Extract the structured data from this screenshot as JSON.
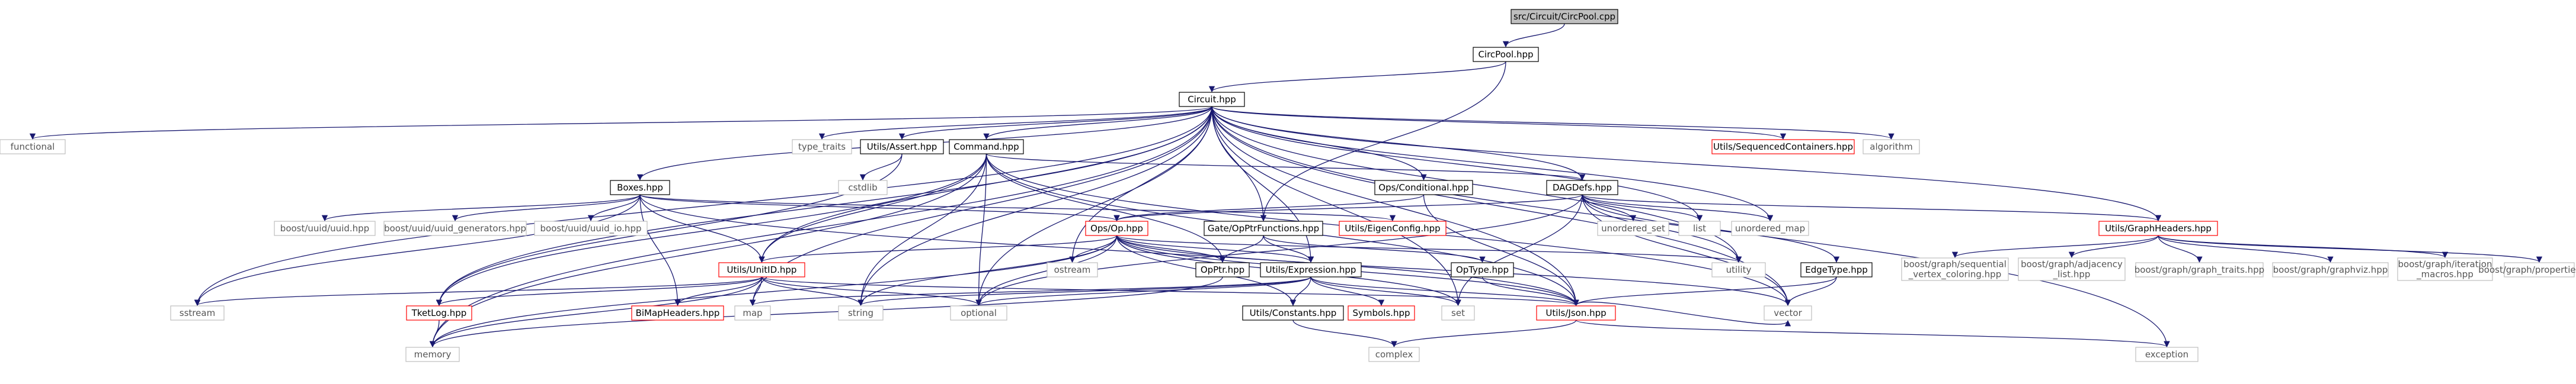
{
  "nodes": [
    {
      "id": "circpool_cpp",
      "label": "src/Circuit/CircPool.cpp",
      "kind": "root"
    },
    {
      "id": "circpool_hpp",
      "label": "CircPool.hpp",
      "kind": "internal"
    },
    {
      "id": "circuit_hpp",
      "label": "Circuit.hpp",
      "kind": "internal"
    },
    {
      "id": "functional",
      "label": "functional",
      "kind": "external"
    },
    {
      "id": "type_traits",
      "label": "type_traits",
      "kind": "external"
    },
    {
      "id": "utils_assert",
      "label": "Utils/Assert.hpp",
      "kind": "internal"
    },
    {
      "id": "command_hpp",
      "label": "Command.hpp",
      "kind": "internal"
    },
    {
      "id": "utils_seq",
      "label": "Utils/SequencedContainers.hpp",
      "kind": "truncated"
    },
    {
      "id": "algorithm",
      "label": "algorithm",
      "kind": "external"
    },
    {
      "id": "boxes_hpp",
      "label": "Boxes.hpp",
      "kind": "internal"
    },
    {
      "id": "cstdlib",
      "label": "cstdlib",
      "kind": "external"
    },
    {
      "id": "ops_cond",
      "label": "Ops/Conditional.hpp",
      "kind": "internal"
    },
    {
      "id": "dagdefs",
      "label": "DAGDefs.hpp",
      "kind": "internal"
    },
    {
      "id": "uuid_hpp",
      "label": "boost/uuid/uuid.hpp",
      "kind": "external"
    },
    {
      "id": "uuid_gen",
      "label": "boost/uuid/uuid_generators.hpp",
      "kind": "external"
    },
    {
      "id": "uuid_io",
      "label": "boost/uuid/uuid_io.hpp",
      "kind": "external"
    },
    {
      "id": "ops_op",
      "label": "Ops/Op.hpp",
      "kind": "truncated"
    },
    {
      "id": "utils_eigen",
      "label": "Utils/EigenConfig.hpp",
      "kind": "truncated"
    },
    {
      "id": "gate_opptr",
      "label": "Gate/OpPtrFunctions.hpp",
      "kind": "internal"
    },
    {
      "id": "unordered_set",
      "label": "unordered_set",
      "kind": "external"
    },
    {
      "id": "list",
      "label": "list",
      "kind": "external"
    },
    {
      "id": "unordered_map",
      "label": "unordered_map",
      "kind": "external"
    },
    {
      "id": "utils_graph",
      "label": "Utils/GraphHeaders.hpp",
      "kind": "truncated"
    },
    {
      "id": "utils_unitid",
      "label": "Utils/UnitID.hpp",
      "kind": "truncated"
    },
    {
      "id": "ostream",
      "label": "ostream",
      "kind": "external"
    },
    {
      "id": "opptr_hpp",
      "label": "OpPtr.hpp",
      "kind": "internal"
    },
    {
      "id": "utils_expr",
      "label": "Utils/Expression.hpp",
      "kind": "internal"
    },
    {
      "id": "optype_hpp",
      "label": "OpType.hpp",
      "kind": "internal"
    },
    {
      "id": "utility",
      "label": "utility",
      "kind": "external"
    },
    {
      "id": "edgetype",
      "label": "EdgeType.hpp",
      "kind": "internal"
    },
    {
      "id": "bg_seq",
      "label": "boost/graph/sequential\n_vertex_coloring.hpp",
      "kind": "external"
    },
    {
      "id": "bg_adj",
      "label": "boost/graph/adjacency\n_list.hpp",
      "kind": "external"
    },
    {
      "id": "bg_traits",
      "label": "boost/graph/graph_traits.hpp",
      "kind": "external"
    },
    {
      "id": "bg_viz",
      "label": "boost/graph/graphviz.hpp",
      "kind": "external"
    },
    {
      "id": "bg_iter",
      "label": "boost/graph/iteration\n_macros.hpp",
      "kind": "external"
    },
    {
      "id": "bg_props",
      "label": "boost/graph/properties.hpp",
      "kind": "external"
    },
    {
      "id": "sstream",
      "label": "sstream",
      "kind": "external"
    },
    {
      "id": "tketlog",
      "label": "TketLog.hpp",
      "kind": "truncated"
    },
    {
      "id": "bimap",
      "label": "BiMapHeaders.hpp",
      "kind": "truncated"
    },
    {
      "id": "map",
      "label": "map",
      "kind": "external"
    },
    {
      "id": "string",
      "label": "string",
      "kind": "external"
    },
    {
      "id": "optional",
      "label": "optional",
      "kind": "external"
    },
    {
      "id": "utils_const",
      "label": "Utils/Constants.hpp",
      "kind": "internal"
    },
    {
      "id": "symbols",
      "label": "Symbols.hpp",
      "kind": "truncated"
    },
    {
      "id": "set",
      "label": "set",
      "kind": "external"
    },
    {
      "id": "utils_json",
      "label": "Utils/Json.hpp",
      "kind": "truncated"
    },
    {
      "id": "vector",
      "label": "vector",
      "kind": "external"
    },
    {
      "id": "memory",
      "label": "memory",
      "kind": "external"
    },
    {
      "id": "complex",
      "label": "complex",
      "kind": "external"
    },
    {
      "id": "exception",
      "label": "exception",
      "kind": "external"
    }
  ],
  "edges": [
    [
      "circpool_cpp",
      "circpool_hpp"
    ],
    [
      "circpool_hpp",
      "circuit_hpp"
    ],
    [
      "circpool_hpp",
      "gate_opptr"
    ],
    [
      "circuit_hpp",
      "functional"
    ],
    [
      "circuit_hpp",
      "type_traits"
    ],
    [
      "circuit_hpp",
      "utils_assert"
    ],
    [
      "circuit_hpp",
      "command_hpp"
    ],
    [
      "circuit_hpp",
      "utils_seq"
    ],
    [
      "circuit_hpp",
      "algorithm"
    ],
    [
      "circuit_hpp",
      "boxes_hpp"
    ],
    [
      "circuit_hpp",
      "ops_cond"
    ],
    [
      "circuit_hpp",
      "dagdefs"
    ],
    [
      "circuit_hpp",
      "gate_opptr"
    ],
    [
      "circuit_hpp",
      "utils_graph"
    ],
    [
      "circuit_hpp",
      "utils_unitid"
    ],
    [
      "circuit_hpp",
      "ostream"
    ],
    [
      "circuit_hpp",
      "list"
    ],
    [
      "circuit_hpp",
      "unordered_map"
    ],
    [
      "circuit_hpp",
      "utility"
    ],
    [
      "circuit_hpp",
      "sstream"
    ],
    [
      "circuit_hpp",
      "tketlog"
    ],
    [
      "circuit_hpp",
      "map"
    ],
    [
      "circuit_hpp",
      "string"
    ],
    [
      "circuit_hpp",
      "optional"
    ],
    [
      "circuit_hpp",
      "set"
    ],
    [
      "circuit_hpp",
      "utils_json"
    ],
    [
      "circuit_hpp",
      "vector"
    ],
    [
      "circuit_hpp",
      "memory"
    ],
    [
      "circuit_hpp",
      "exception"
    ],
    [
      "circuit_hpp",
      "utils_expr"
    ],
    [
      "utils_assert",
      "cstdlib"
    ],
    [
      "utils_assert",
      "tketlog"
    ],
    [
      "command_hpp",
      "dagdefs"
    ],
    [
      "command_hpp",
      "utils_unitid"
    ],
    [
      "command_hpp",
      "opptr_hpp"
    ],
    [
      "command_hpp",
      "tketlog"
    ],
    [
      "command_hpp",
      "string"
    ],
    [
      "command_hpp",
      "optional"
    ],
    [
      "command_hpp",
      "utils_json"
    ],
    [
      "command_hpp",
      "memory"
    ],
    [
      "command_hpp",
      "vector"
    ],
    [
      "boxes_hpp",
      "uuid_hpp"
    ],
    [
      "boxes_hpp",
      "uuid_gen"
    ],
    [
      "boxes_hpp",
      "uuid_io"
    ],
    [
      "boxes_hpp",
      "ops_op"
    ],
    [
      "boxes_hpp",
      "utils_eigen"
    ],
    [
      "boxes_hpp",
      "utils_unitid"
    ],
    [
      "boxes_hpp",
      "bimap"
    ],
    [
      "boxes_hpp",
      "sstream"
    ],
    [
      "boxes_hpp",
      "utils_json"
    ],
    [
      "ops_cond",
      "ops_op"
    ],
    [
      "ops_cond",
      "utils_json"
    ],
    [
      "dagdefs",
      "unordered_set"
    ],
    [
      "dagdefs",
      "list"
    ],
    [
      "dagdefs",
      "unordered_map"
    ],
    [
      "dagdefs",
      "utility"
    ],
    [
      "dagdefs",
      "utils_graph"
    ],
    [
      "dagdefs",
      "edgetype"
    ],
    [
      "dagdefs",
      "ops_op"
    ],
    [
      "dagdefs",
      "optional"
    ],
    [
      "dagdefs",
      "set"
    ],
    [
      "dagdefs",
      "vector"
    ],
    [
      "gate_opptr",
      "opptr_hpp"
    ],
    [
      "gate_opptr",
      "optype_hpp"
    ],
    [
      "gate_opptr",
      "utils_expr"
    ],
    [
      "ops_op",
      "utils_unitid"
    ],
    [
      "ops_op",
      "ostream"
    ],
    [
      "ops_op",
      "opptr_hpp"
    ],
    [
      "ops_op",
      "utils_expr"
    ],
    [
      "ops_op",
      "string"
    ],
    [
      "ops_op",
      "optional"
    ],
    [
      "ops_op",
      "utils_const"
    ],
    [
      "ops_op",
      "utils_json"
    ],
    [
      "ops_op",
      "vector"
    ],
    [
      "ops_op",
      "memory"
    ],
    [
      "ops_op",
      "utility"
    ],
    [
      "ops_op",
      "set"
    ],
    [
      "utils_graph",
      "bg_seq"
    ],
    [
      "utils_graph",
      "bg_adj"
    ],
    [
      "utils_graph",
      "bg_traits"
    ],
    [
      "utils_graph",
      "bg_viz"
    ],
    [
      "utils_graph",
      "bg_iter"
    ],
    [
      "utils_graph",
      "bg_props"
    ],
    [
      "utils_unitid",
      "sstream"
    ],
    [
      "utils_unitid",
      "tketlog"
    ],
    [
      "utils_unitid",
      "bimap"
    ],
    [
      "utils_unitid",
      "map"
    ],
    [
      "utils_unitid",
      "string"
    ],
    [
      "utils_unitid",
      "optional"
    ],
    [
      "utils_unitid",
      "utils_json"
    ],
    [
      "utils_unitid",
      "memory"
    ],
    [
      "opptr_hpp",
      "memory"
    ],
    [
      "utils_expr",
      "utils_const"
    ],
    [
      "utils_expr",
      "symbols"
    ],
    [
      "utils_expr",
      "set"
    ],
    [
      "utils_expr",
      "utils_json"
    ],
    [
      "utils_expr",
      "map"
    ],
    [
      "utils_expr",
      "string"
    ],
    [
      "utils_expr",
      "optional"
    ],
    [
      "optype_hpp",
      "utils_json"
    ],
    [
      "edgetype",
      "utils_json"
    ],
    [
      "edgetype",
      "vector"
    ],
    [
      "tketlog",
      "memory"
    ],
    [
      "utils_const",
      "complex"
    ],
    [
      "utils_json",
      "complex"
    ],
    [
      "utils_json",
      "exception"
    ],
    [
      "utils_json",
      "vector"
    ]
  ]
}
